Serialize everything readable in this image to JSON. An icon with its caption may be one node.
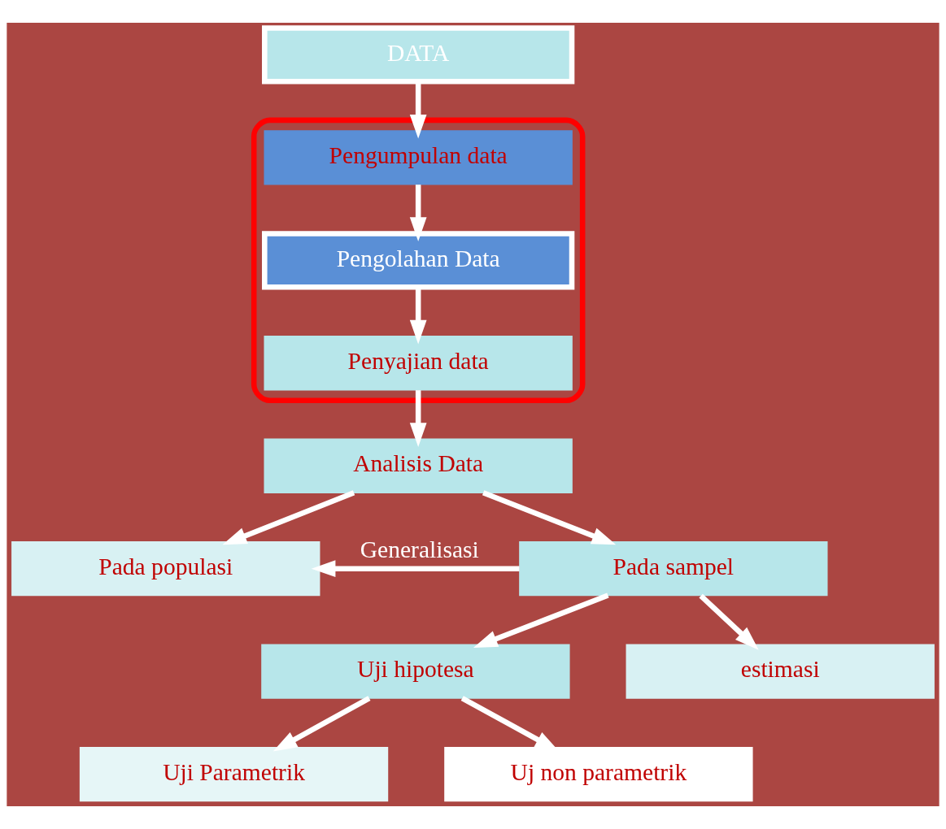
{
  "diagram": {
    "nodes": [
      {
        "text": [
          "DATA"
        ]
      },
      {
        "text": [],
        "shape": "ellipse"
      },
      {
        "text": [
          "Pengumpulan data"
        ],
        "in": 1
      },
      {
        "text": [
          "Pengolahan Data"
        ],
        "in": 1
      },
      {
        "text": [
          "Penyajian data"
        ],
        "in": 1
      },
      {
        "text": [
          "Analisis Data"
        ]
      },
      {
        "text": [
          "Pada populasi"
        ]
      },
      {
        "text": [
          "Pada sampel"
        ]
      },
      {
        "text": [
          "Uji hipotesa"
        ]
      },
      {
        "text": [
          "estimasi"
        ]
      },
      {
        "text": [
          "Uji Parametrik"
        ]
      },
      {
        "text": [
          "Uj non parametrik"
        ]
      }
    ],
    "edges": [
      {
        "from": 0,
        "to": 2,
        "arrow": "to"
      },
      {
        "from": 2,
        "to": 3,
        "arrow": "to"
      },
      {
        "from": 3,
        "to": 4,
        "arrow": "to"
      },
      {
        "from": 4,
        "to": 5,
        "arrow": "to"
      },
      {
        "from": 5,
        "to": 6,
        "arrow": "to"
      },
      {
        "from": 5,
        "to": 7,
        "arrow": "to"
      },
      {
        "from": 7,
        "to": 6,
        "label": "Generalisasi",
        "arrow": "to"
      },
      {
        "from": 7,
        "to": 8,
        "arrow": "to"
      },
      {
        "from": 7,
        "to": 9,
        "arrow": "to"
      },
      {
        "from": 8,
        "to": 10,
        "arrow": "to"
      },
      {
        "from": 8,
        "to": 11,
        "arrow": "to"
      }
    ]
  }
}
